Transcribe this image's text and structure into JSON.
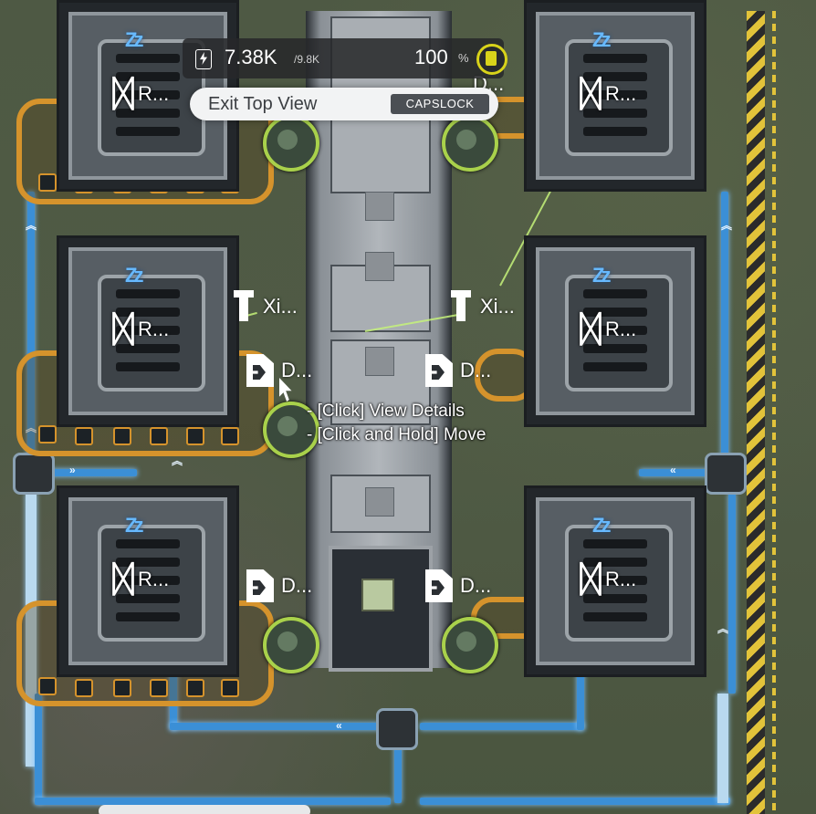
{
  "hud": {
    "power_value": "7.38K",
    "power_capacity": "/9.8K",
    "percent_value": "100",
    "percent_sign": "%",
    "icons": {
      "power": "bolt-icon",
      "battery": "battery-icon"
    }
  },
  "top_view": {
    "label": "Exit Top View",
    "key": "CAPSLOCK"
  },
  "machines": [
    {
      "label": "R...",
      "icon": "gear-icon",
      "sleeping": true
    },
    {
      "label": "R...",
      "icon": "gear-icon",
      "sleeping": true
    },
    {
      "label": "R...",
      "icon": "gear-icon",
      "sleeping": true
    },
    {
      "label": "R...",
      "icon": "gear-icon",
      "sleeping": true
    },
    {
      "label": "R...",
      "icon": "gear-icon",
      "sleeping": true
    },
    {
      "label": "R...",
      "icon": "gear-icon",
      "sleeping": true
    }
  ],
  "pylons": [
    {
      "label": "Xi...",
      "icon": "pylon-icon"
    },
    {
      "label": "Xi...",
      "icon": "pylon-icon"
    }
  ],
  "depots": [
    {
      "label": "D...",
      "icon": "depot-icon"
    },
    {
      "label": "D...",
      "icon": "depot-icon"
    },
    {
      "label": "D...",
      "icon": "depot-icon"
    },
    {
      "label": "D...",
      "icon": "depot-icon"
    },
    {
      "label": "D...",
      "icon": "depot-icon"
    }
  ],
  "partial_labels": {
    "top_depot": "D..."
  },
  "tooltip": {
    "lines": [
      "- [Click] View Details",
      "- [Click and Hold] Move"
    ]
  },
  "colors": {
    "belt_blue": "#3b8fd6",
    "belt_orange": "#d5932c",
    "turret_green": "#a9d14b",
    "hazard_yellow": "#e2c33a",
    "sleep_blue": "#67b9ff"
  }
}
